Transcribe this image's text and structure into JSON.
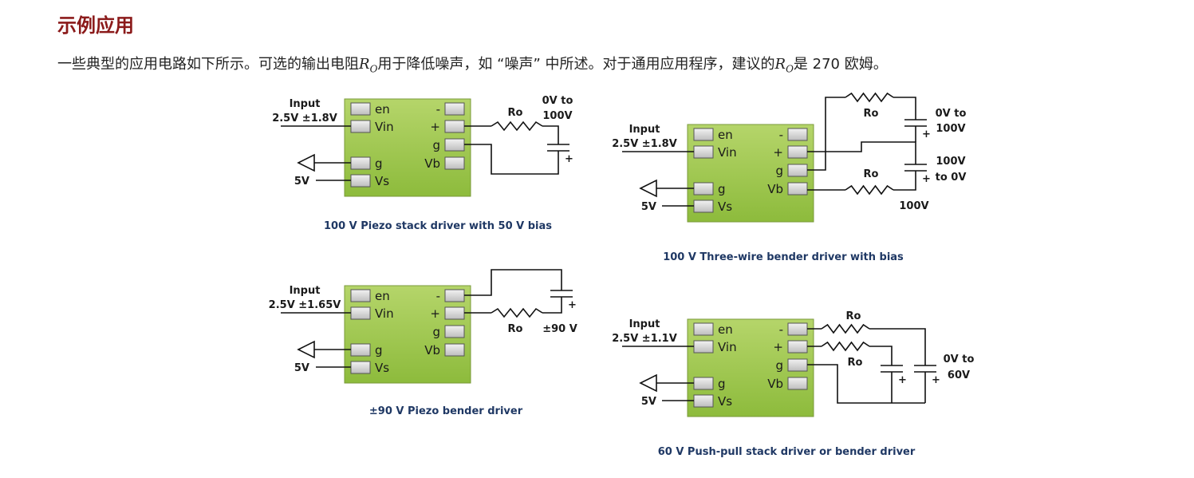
{
  "heading": "示例应用",
  "intro": {
    "before": "一些典型的应用电路如下所示。可选的输出电阻",
    "r_sym": "R",
    "r_sub": "O",
    "middle": "用于降低噪声，如 “噪声” 中所述。对于通用应用程序，建议的",
    "after": "是 270 欧姆。"
  },
  "pins_left": [
    "en",
    "Vin",
    "g",
    "Vs"
  ],
  "pins_right": [
    "-",
    "+",
    "g",
    "Vb"
  ],
  "circuits": [
    {
      "caption": "100 V Piezo stack driver with 50 V bias",
      "input": [
        "Input",
        "2.5V ±1.8V"
      ],
      "supply": "5V",
      "resistor": "Ro",
      "cap_label": [
        "0V to",
        "100V"
      ]
    },
    {
      "caption": "100 V Three-wire bender driver with bias",
      "input": [
        "Input",
        "2.5V ±1.8V"
      ],
      "supply": "5V",
      "resistor_top": "Ro",
      "resistor_bottom": "Ro",
      "cap_top_label": [
        "0V to",
        "100V"
      ],
      "cap_bottom_label": [
        "100V",
        "to 0V"
      ],
      "bias_label": "100V"
    },
    {
      "caption": "±90 V Piezo bender driver",
      "input": [
        "Input",
        "2.5V ±1.65V"
      ],
      "supply": "5V",
      "resistor": "Ro",
      "cap_label": "±90 V"
    },
    {
      "caption": "60 V Push-pull stack driver or bender driver",
      "input": [
        "Input",
        "2.5V ±1.1V"
      ],
      "supply": "5V",
      "resistor_top": "Ro",
      "resistor_bottom": "Ro",
      "cap_label": [
        "0V to",
        "60V"
      ]
    }
  ]
}
